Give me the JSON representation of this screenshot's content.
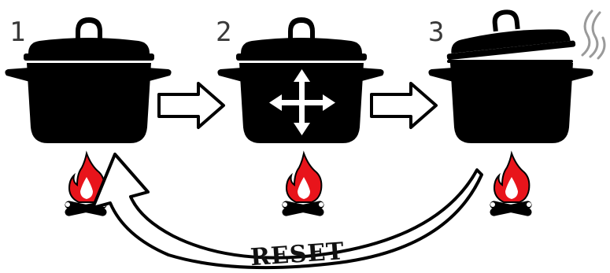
{
  "steps": [
    {
      "number": "1",
      "state": "closed-lid",
      "icon": "pot-icon"
    },
    {
      "number": "2",
      "state": "move-arrows",
      "icon": "pot-icon"
    },
    {
      "number": "3",
      "state": "lid-lifted-steam",
      "icon": "pot-icon"
    }
  ],
  "reset": {
    "label": "RESET"
  },
  "colors": {
    "pot": "#000000",
    "flame_outer": "#e8141b",
    "flame_inner": "#ffffff",
    "arrow_fill": "#ffffff",
    "arrow_stroke": "#000000",
    "steam": "#9a9a9a",
    "number": "#3a3a3a"
  },
  "icons": {
    "pot": "pot-icon",
    "flame": "flame-icon",
    "logs": "logs-icon",
    "flow_arrow": "arrow-right-icon",
    "move": "move-arrows-icon",
    "steam": "steam-icon",
    "reset_arrow": "reset-arrow-icon"
  }
}
